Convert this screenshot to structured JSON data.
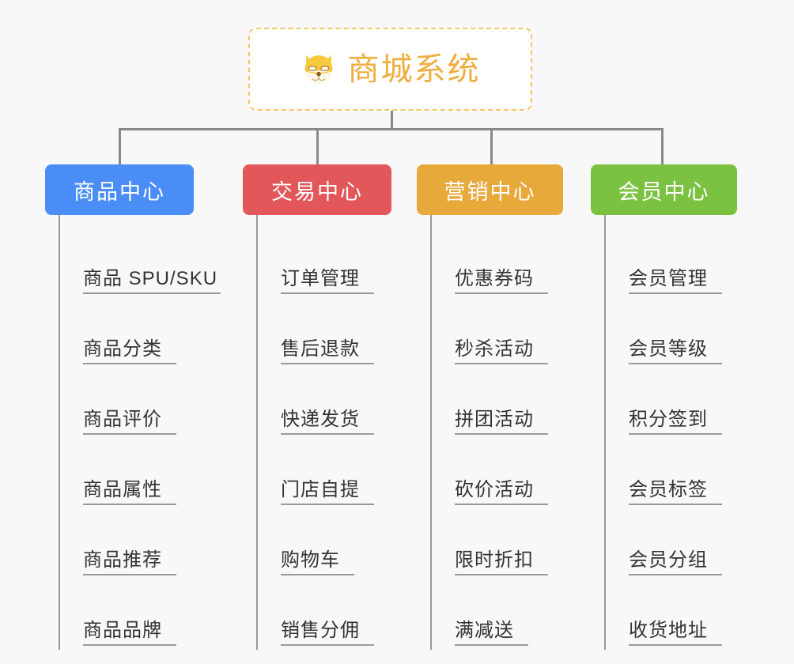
{
  "diagram": {
    "background_color": "#f8f8f8",
    "root": {
      "icon": "shiba-dog-face-icon",
      "emoji": "🐶",
      "title": "商城系统",
      "border_color": "#f5c66a",
      "text_color": "#f0ad40",
      "background": "#ffffff"
    },
    "connector_color": "#888888",
    "columns": [
      {
        "name": "product-center",
        "label": "商品中心",
        "color": "#4a8df6",
        "items": [
          "商品 SPU/SKU",
          "商品分类",
          "商品评价",
          "商品属性",
          "商品推荐",
          "商品品牌"
        ]
      },
      {
        "name": "trade-center",
        "label": "交易中心",
        "color": "#e2575a",
        "items": [
          "订单管理",
          "售后退款",
          "快递发货",
          "门店自提",
          "购物车",
          "销售分佣"
        ]
      },
      {
        "name": "marketing-center",
        "label": "营销中心",
        "color": "#e8a93b",
        "items": [
          "优惠券码",
          "秒杀活动",
          "拼团活动",
          "砍价活动",
          "限时折扣",
          "满减送"
        ]
      },
      {
        "name": "member-center",
        "label": "会员中心",
        "color": "#7cc242",
        "items": [
          "会员管理",
          "会员等级",
          "积分签到",
          "会员标签",
          "会员分组",
          "收货地址"
        ]
      }
    ]
  }
}
